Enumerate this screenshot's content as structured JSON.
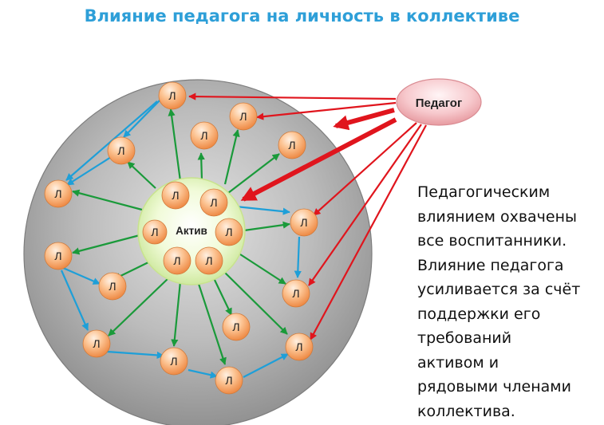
{
  "title": "Влияние педагога на личность в коллективе",
  "teacher_label": "Педагог",
  "core_label": "Актив",
  "person_label": "Л",
  "description_lines": [
    "Педагогическим",
    "влиянием охвачены",
    "все воспитанники.",
    "Влияние педагога",
    "усиливается за счёт",
    "поддержки его",
    "требований",
    "активом и",
    "рядовыми членами",
    "коллектива."
  ],
  "colors": {
    "title": "#2e9fd8",
    "teacher_influence": "#e0151d",
    "core_influence": "#1a9a3a",
    "peer_influence": "#1e9fd8",
    "person_fill": "#f6a86d",
    "core_fill": "#e6f7c2",
    "group_fill": "#a6a6a6"
  }
}
